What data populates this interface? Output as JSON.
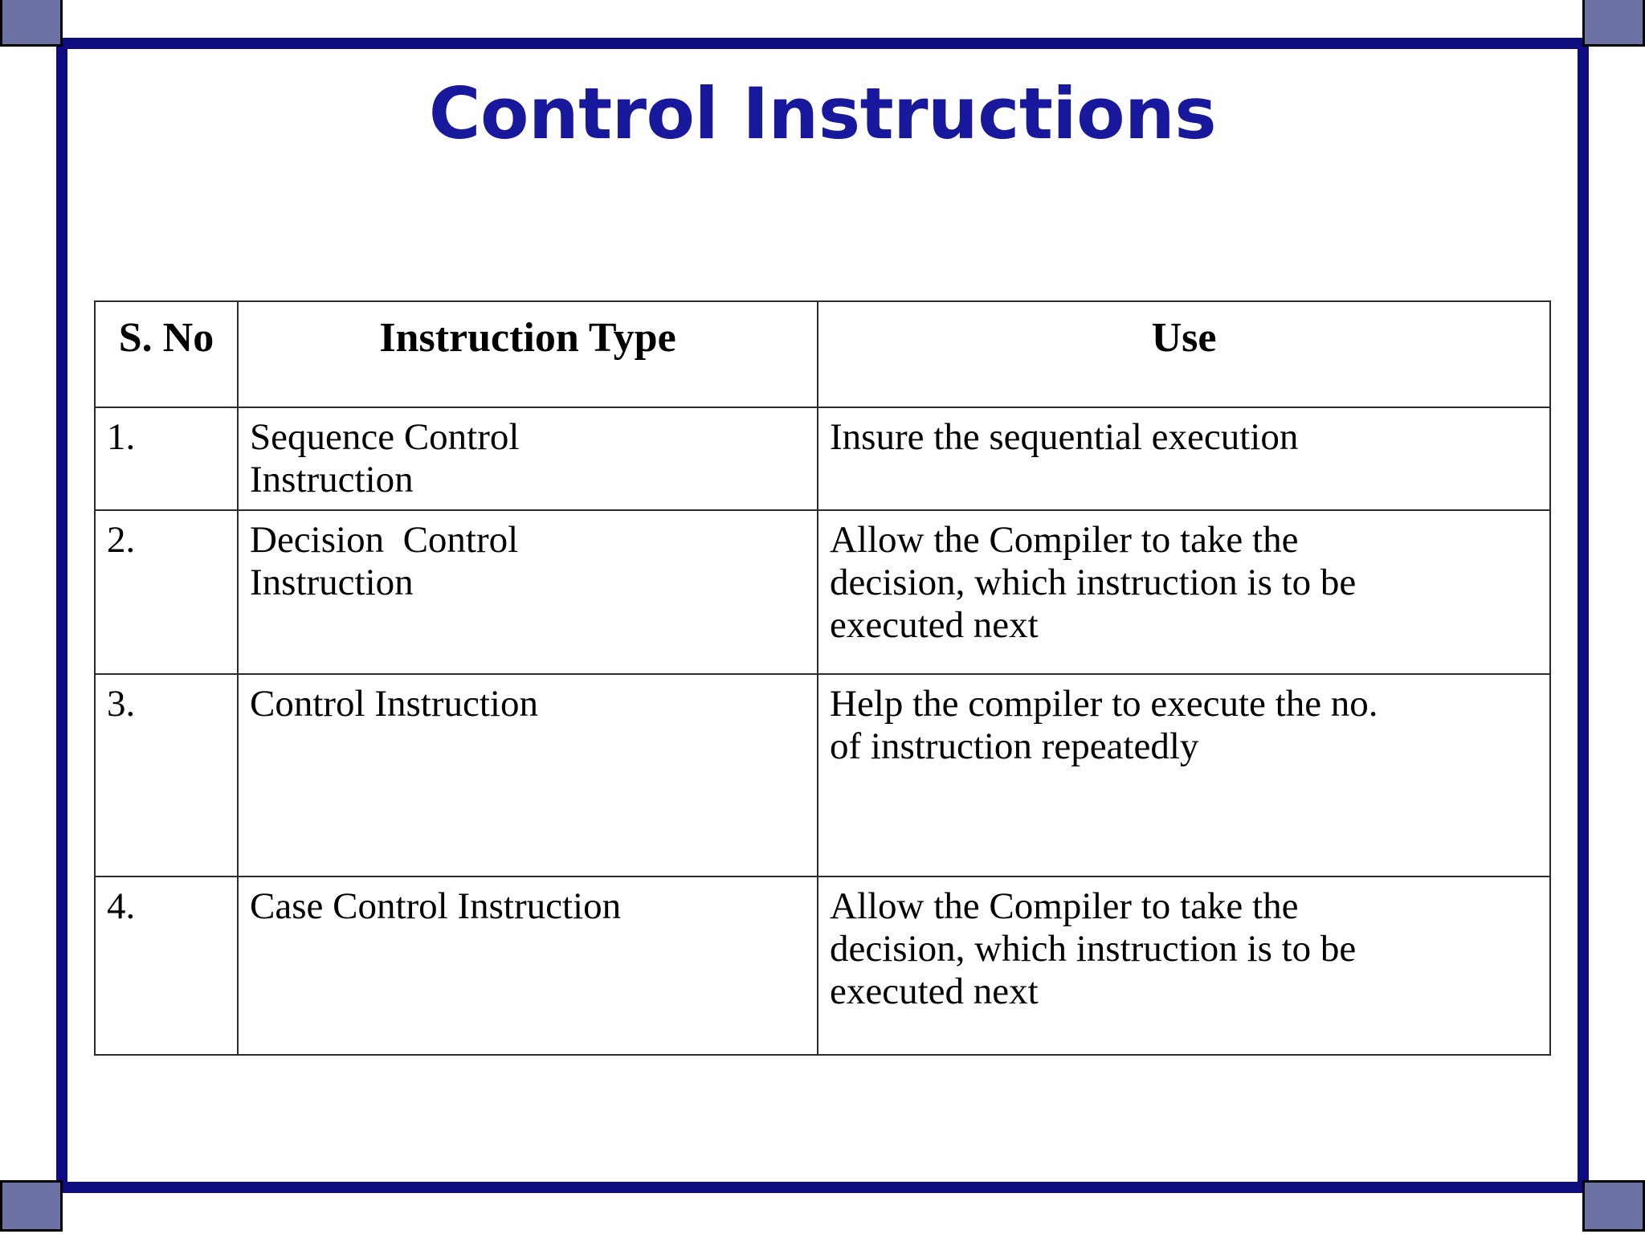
{
  "slide": {
    "title": "Control Instructions",
    "accent_color": "#18189c",
    "frame_color": "#0d0d80",
    "corner_color": "#6d72a4",
    "background_color": "#ffffff"
  },
  "table": {
    "headers": {
      "sno": "S. No",
      "type": "Instruction Type",
      "use": "Use"
    },
    "rows": [
      {
        "sno": "1.",
        "type": "Sequence Control\nInstruction",
        "use": "Insure the sequential execution"
      },
      {
        "sno": "2.",
        "type": "Decision  Control\nInstruction",
        "use": "Allow the Compiler to take the\ndecision, which instruction is to be\nexecuted next"
      },
      {
        "sno": "3.",
        "type": "Control Instruction",
        "use": "Help the compiler to execute the no.\nof instruction repeatedly"
      },
      {
        "sno": "4.",
        "type": "Case Control Instruction",
        "use": "Allow the Compiler to take the\ndecision, which instruction is to be\nexecuted next"
      }
    ]
  }
}
